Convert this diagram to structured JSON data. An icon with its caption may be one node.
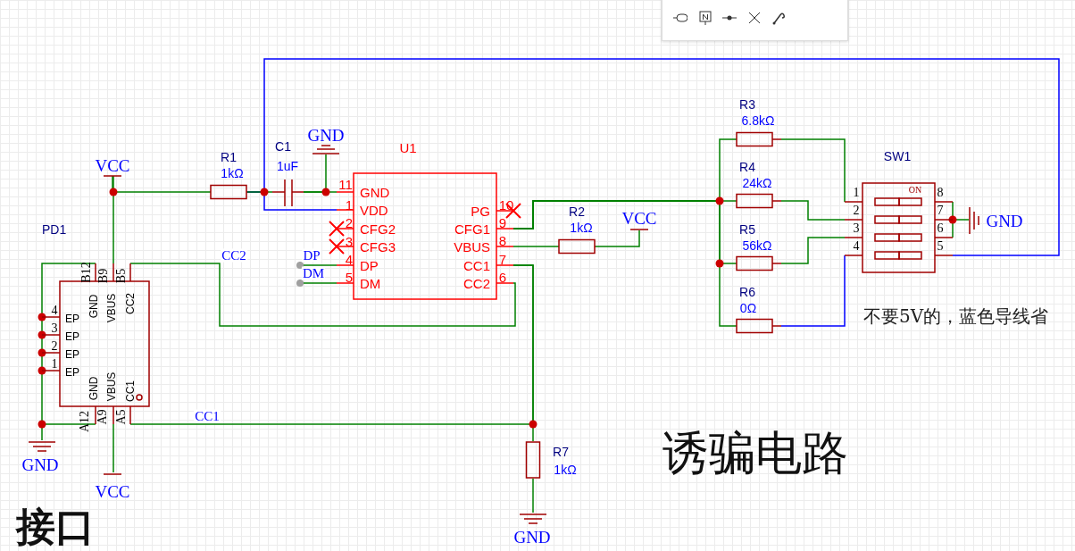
{
  "diagram": {
    "nodes": [
      {
        "text": [
          "PD1",
          "GND",
          "VBUS",
          "CC2",
          "EP",
          "EP",
          "EP",
          "EP",
          "GND",
          "VBUS",
          "CC1"
        ]
      },
      {
        "text": [
          "VCC"
        ]
      },
      {
        "text": [
          "R1",
          "1kΩ"
        ]
      },
      {
        "text": [
          "C1",
          "1uF"
        ]
      },
      {
        "text": [
          "GND"
        ]
      },
      {
        "text": [
          "U1",
          "GND",
          "VDD",
          "CFG2",
          "CFG3",
          "DP",
          "DM",
          "PG",
          "CFG1",
          "VBUS",
          "CC1",
          "CC2"
        ]
      },
      {
        "text": [
          "R2",
          "1kΩ"
        ]
      },
      {
        "text": [
          "VCC"
        ]
      },
      {
        "text": [
          "R3",
          "6.8kΩ"
        ]
      },
      {
        "text": [
          "R4",
          "24kΩ"
        ]
      },
      {
        "text": [
          "R5",
          "56kΩ"
        ]
      },
      {
        "text": [
          "R6",
          "0Ω"
        ]
      },
      {
        "text": [
          "SW1",
          "ON"
        ]
      },
      {
        "text": [
          "GND"
        ]
      },
      {
        "text": [
          "R7",
          "1kΩ"
        ]
      },
      {
        "text": [
          "GND"
        ]
      },
      {
        "text": [
          "GND"
        ]
      },
      {
        "text": [
          "VCC"
        ]
      }
    ],
    "edges": [
      {
        "from": 0,
        "to": 1,
        "arrow": "none"
      },
      {
        "from": 1,
        "to": 2,
        "arrow": "none"
      },
      {
        "from": 2,
        "to": 3,
        "arrow": "none"
      },
      {
        "from": 3,
        "to": 4,
        "arrow": "none"
      },
      {
        "from": 3,
        "to": 5,
        "arrow": "none"
      },
      {
        "from": 2,
        "to": 5,
        "arrow": "none",
        "color": "#0000ff"
      },
      {
        "from": 2,
        "to": 12,
        "arrow": "none",
        "color": "#0000ff"
      },
      {
        "from": 0,
        "to": 5,
        "arrow": "none",
        "label": "CC2"
      },
      {
        "from": 0,
        "to": 5,
        "arrow": "none",
        "label": "CC1"
      },
      {
        "from": 5,
        "to": 14,
        "arrow": "none"
      },
      {
        "from": 14,
        "to": 15,
        "arrow": "none"
      },
      {
        "from": 5,
        "to": 6,
        "arrow": "none"
      },
      {
        "from": 6,
        "to": 7,
        "arrow": "none"
      },
      {
        "from": 5,
        "to": 8,
        "arrow": "none"
      },
      {
        "from": 5,
        "to": 9,
        "arrow": "none"
      },
      {
        "from": 5,
        "to": 10,
        "arrow": "none"
      },
      {
        "from": 5,
        "to": 11,
        "arrow": "none"
      },
      {
        "from": 8,
        "to": 12,
        "arrow": "none"
      },
      {
        "from": 9,
        "to": 12,
        "arrow": "none"
      },
      {
        "from": 10,
        "to": 12,
        "arrow": "none"
      },
      {
        "from": 11,
        "to": 12,
        "arrow": "none",
        "color": "#0000ff"
      },
      {
        "from": 12,
        "to": 13,
        "arrow": "none"
      },
      {
        "from": 0,
        "to": 16,
        "arrow": "none"
      },
      {
        "from": 0,
        "to": 17,
        "arrow": "none"
      },
      {
        "from": null,
        "to": 5,
        "arrow": "other",
        "label": "DP"
      },
      {
        "from": null,
        "to": 5,
        "arrow": "other",
        "label": "DM"
      }
    ],
    "labels": [
      "11",
      "1",
      "2",
      "3",
      "4",
      "5",
      "10",
      "9",
      "8",
      "7",
      "6",
      "1",
      "2",
      "3",
      "4",
      "8",
      "7",
      "6",
      "5",
      "B12",
      "B9",
      "B5",
      "4",
      "3",
      "2",
      "1",
      "A12",
      "A9",
      "A5",
      "不要5V的，蓝色导线省",
      "诱骗电路",
      "接口"
    ]
  }
}
